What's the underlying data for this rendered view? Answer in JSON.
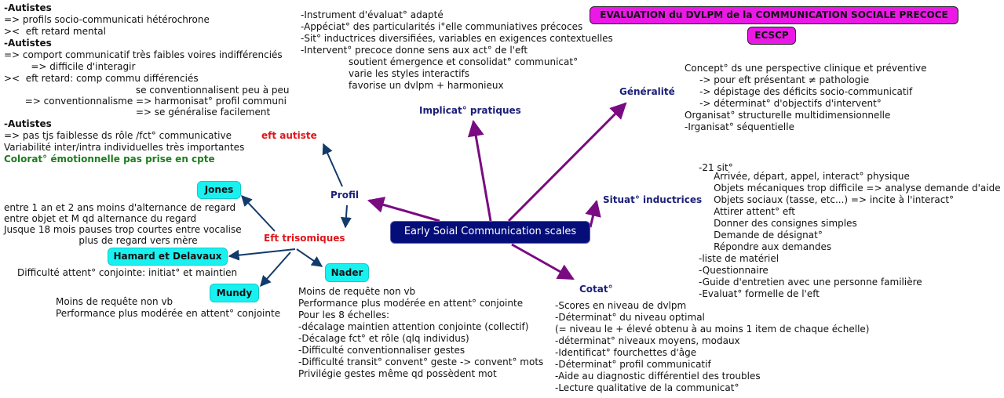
{
  "center": "Early Soial Communication scales",
  "title_box": "EVALUATION du DVLPM de la COMMUNICATION SOCIALE PRECOCE",
  "acronym_box": "ECSCP",
  "branches": {
    "implications": "Implicat° pratiques",
    "generalite": "Généralité",
    "situations": "Situat° inductrices",
    "cotation": "Cotat°",
    "profil": "Profil",
    "eft_autiste": "eft autiste",
    "eft_trisomiques": "Eft trisomiques"
  },
  "authors": {
    "jones": "Jones",
    "hamard": "Hamard et Delavaux",
    "mundy": "Mundy",
    "nader": "Nader"
  },
  "implications_text": [
    "-Instrument d'évaluat° adapté",
    "-Appéciat° des particularités i°elle communiatives précoces",
    "-Sit° inductrices diversifiées, variables en exigences contextuelles",
    "-Intervent° precoce donne sens aux act° de l'eft",
    "                soutient émergence et consolidat° communicat°",
    "                varie les styles interactifs",
    "                favorise un dvlpm + harmonieux"
  ],
  "generalite_text": [
    "Concept° ds une perspective clinique et préventive",
    "     -> pour eft présentant ≠ pathologie",
    "     -> dépistage des déficits socio-communicatif",
    "     -> déterminat° d'objectifs d'intervent°",
    "Organisat° structurelle multidimensionnelle",
    "-Irganisat° séquentielle"
  ],
  "situations_text": [
    "-21 sit°",
    "     Arrivée, départ, appel, interact° physique",
    "     Objets mécaniques trop difficile => analyse demande d'aide",
    "     Objets sociaux (tasse, etc...) => incite à l'interact°",
    "     Attirer attent° eft",
    "     Donner des consignes simples",
    "     Demande de désignat°",
    "     Répondre aux demandes",
    "-liste de matériel",
    "-Questionnaire",
    "-Guide d'entretien avec une personne familière",
    "-Evaluat° formelle de l'eft"
  ],
  "cotation_text": [
    "-Scores en niveau de dvlpm",
    "-Déterminat° du niveau optimal",
    "(= niveau le + élevé obtenu à au moins 1 item de chaque échelle)",
    "-déterminat° niveaux moyens, modaux",
    "-Identificat° fourchettes d'âge",
    "-Déterminat° profil communicatif",
    "-Aide au diagnostic différentiel des troubles",
    "-Lecture qualitative de la communicat°"
  ],
  "autistes_block1": {
    "heading": "-Autistes",
    "lines": [
      "=> profils socio-communicati hétérochrone",
      "><  eft retard mental"
    ]
  },
  "autistes_block2": {
    "heading": "-Autistes",
    "lines": [
      "=> comport communicatif très faibles voires indifférenciés",
      "         => difficile d'interagir",
      "><  eft retard: comp commu différenciés",
      "                                            se conventionnalisent peu à peu",
      "       => conventionnalisme => harmonisat° profil communi",
      "                                            => se généralise facilement"
    ]
  },
  "autistes_block3": {
    "heading": "-Autistes",
    "lines": [
      "=> pas tjs faiblesse ds rôle /fct° communicative",
      "Variabilité inter/intra individuelles très importantes"
    ],
    "emphasis": "Colorat° émotionnelle pas prise en cpte"
  },
  "jones_text": [
    "entre 1 an et 2 ans moins d'alternance de regard",
    "entre objet et M qd alternance du regard",
    "Jusque 18 mois pauses trop courtes entre vocalise",
    "                         plus de regard vers mère"
  ],
  "hamard_text": "Difficulté attent° conjointe: initiat° et maintien",
  "mundy_text": [
    "Moins de requête non vb",
    "Performance plus modérée en attent° conjointe"
  ],
  "nader_text": [
    "Moins de requête non vb",
    "Performance plus modérée en attent° conjointe",
    "Pour les 8 échelles:",
    "-décalage maintien attention conjointe (collectif)",
    "-Décalage fct° et rôle (qlq individus)",
    "-Difficulté conventionnaliser gestes",
    "-Difficulté transit° convent° geste -> convent° mots",
    "Privilégie gestes même qd possèdent mot"
  ],
  "colors": {
    "purple_arrow": "#7a0a82",
    "navy_arrow": "#123a6b",
    "center_fill": "#050e78",
    "cyan_box": "#19f1f1",
    "magenta_box": "#ea19e6"
  }
}
